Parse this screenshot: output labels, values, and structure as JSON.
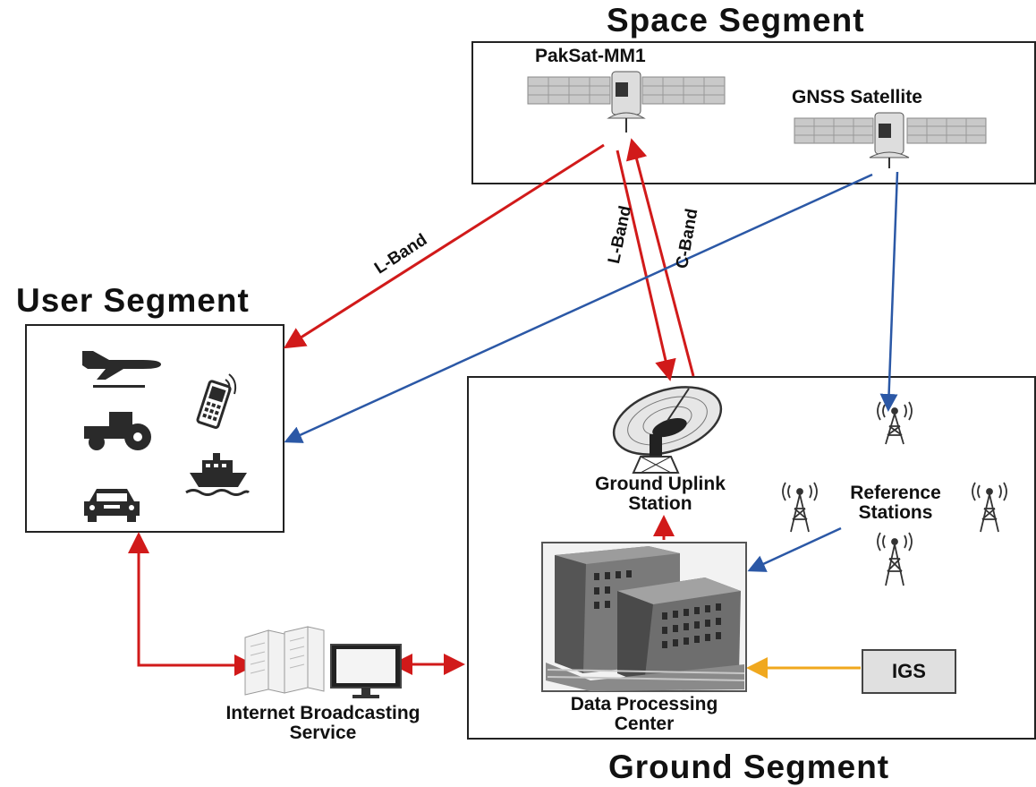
{
  "segments": {
    "space": "Space  Segment",
    "user": "User Segment",
    "ground": "Ground  Segment"
  },
  "satellites": {
    "paksat": "PakSat-MM1",
    "gnss": "GNSS Satellite"
  },
  "bands": {
    "l_band_user": "L-Band",
    "l_band_down": "L-Band",
    "c_band_up": "C-Band"
  },
  "ground": {
    "uplink_line1": "Ground Uplink",
    "uplink_line2": "Station",
    "reference_line1": "Reference",
    "reference_line2": "Stations",
    "dpc_line1": "Data Processing",
    "dpc_line2": "Center",
    "igs": "IGS"
  },
  "internet": {
    "line1": "Internet Broadcasting",
    "line2": "Service"
  },
  "colors": {
    "red_link": "#d11a1a",
    "blue_link": "#2b58a6",
    "orange_link": "#f0a81e"
  }
}
